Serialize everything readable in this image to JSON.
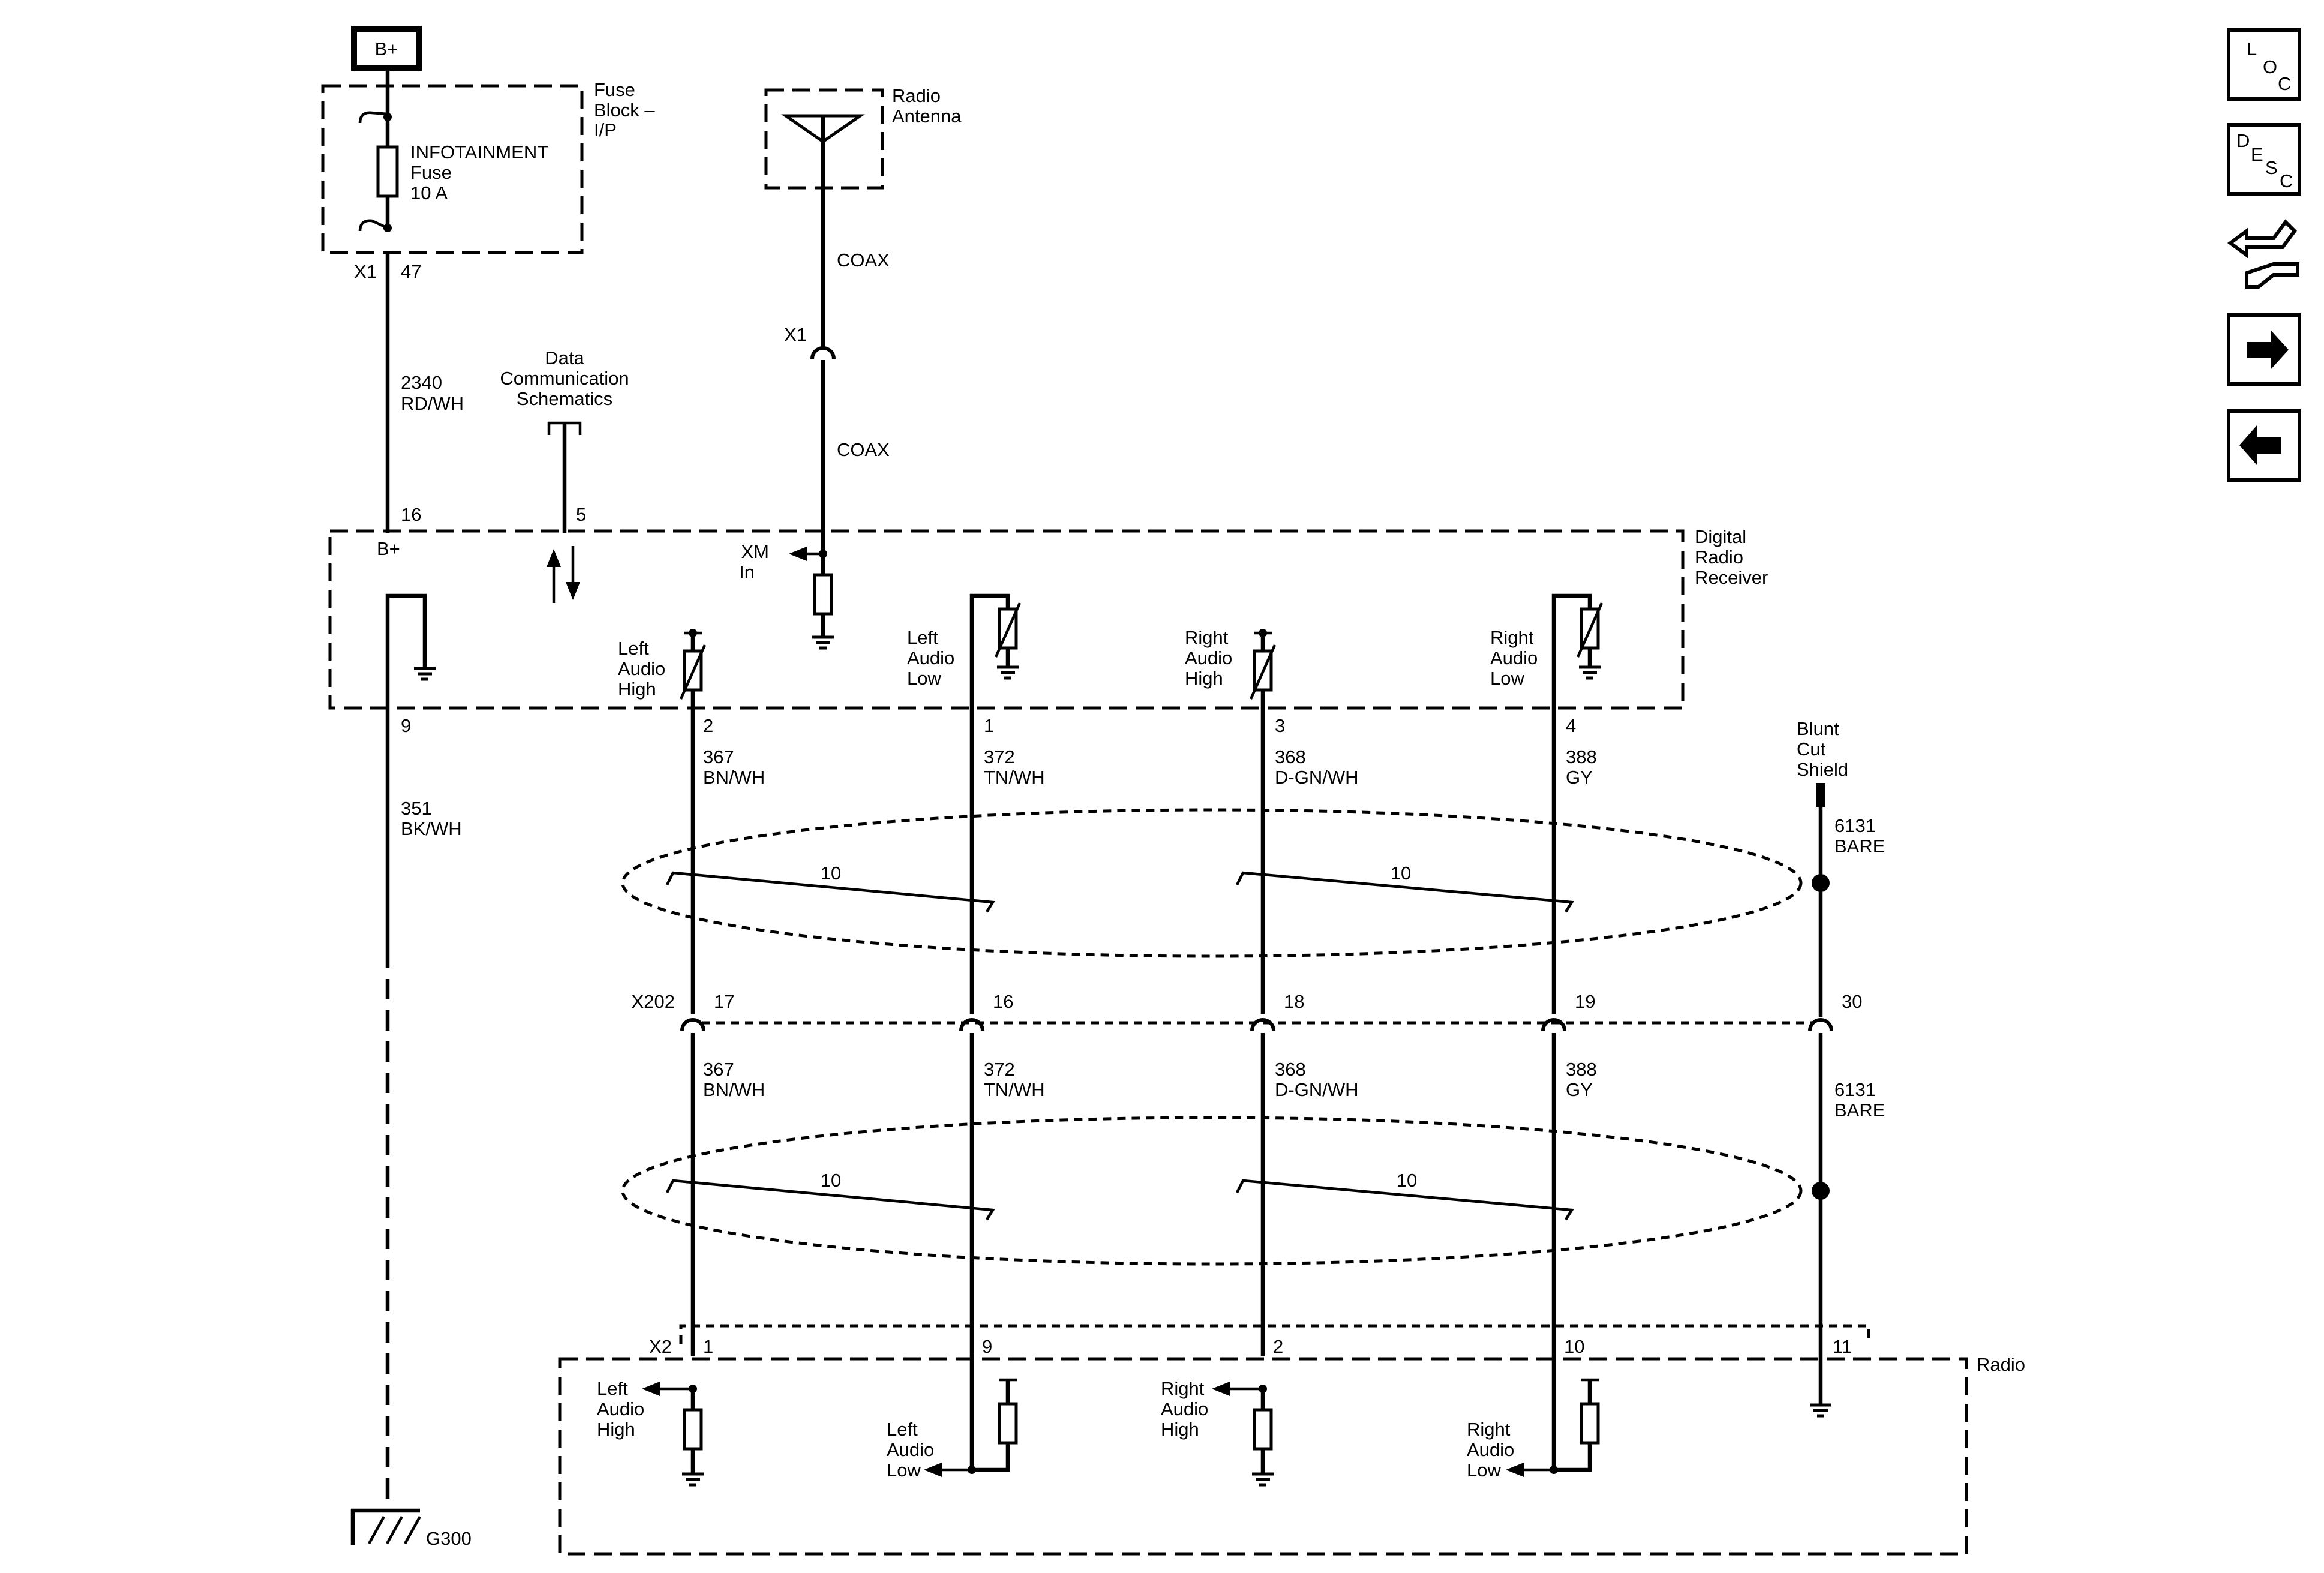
{
  "power": {
    "label": "B+"
  },
  "fuse_block": {
    "name_1": "Fuse",
    "name_2": "Block –",
    "name_3": "I/P",
    "fuse_1": "INFOTAINMENT",
    "fuse_2": "Fuse",
    "fuse_3": "10 A",
    "connector": "X1",
    "pin": "47"
  },
  "feed_wire": {
    "circuit": "2340",
    "color": "RD/WH"
  },
  "antenna": {
    "name_1": "Radio",
    "name_2": "Antenna",
    "coax_1": "COAX",
    "coax_2": "COAX",
    "connector": "X1"
  },
  "data_comm": {
    "line_1": "Data",
    "line_2": "Communication",
    "line_3": "Schematics"
  },
  "receiver": {
    "name_1": "Digital",
    "name_2": "Radio",
    "name_3": "Receiver",
    "pin_bplus": "16",
    "bplus": "B+",
    "pin_data": "5",
    "xm_1": "XM",
    "xm_2": "In",
    "pin_ground": "9"
  },
  "ground_wire": {
    "circuit": "351",
    "color": "BK/WH",
    "ground": "G300"
  },
  "shield": {
    "line_1": "Blunt",
    "line_2": "Cut",
    "line_3": "Shield",
    "circuit_1": "6131",
    "color_1": "BARE",
    "circuit_2": "6131",
    "color_2": "BARE",
    "inline_pin": "30",
    "radio_pin": "11"
  },
  "twist_label": "10",
  "inline_connector": "X202",
  "radio": {
    "name": "Radio",
    "connector": "X2"
  },
  "channels": [
    {
      "l1": "Left",
      "l2": "Audio",
      "l3": "High",
      "recv_pin": "2",
      "inline_pin": "17",
      "radio_pin": "1",
      "circuit": "367",
      "color": "BN/WH"
    },
    {
      "l1": "Left",
      "l2": "Audio",
      "l3": "Low",
      "recv_pin": "1",
      "inline_pin": "16",
      "radio_pin": "9",
      "circuit": "372",
      "color": "TN/WH"
    },
    {
      "l1": "Right",
      "l2": "Audio",
      "l3": "High",
      "recv_pin": "3",
      "inline_pin": "18",
      "radio_pin": "2",
      "circuit": "368",
      "color": "D-GN/WH"
    },
    {
      "l1": "Right",
      "l2": "Audio",
      "l3": "Low",
      "recv_pin": "4",
      "inline_pin": "19",
      "radio_pin": "10",
      "circuit": "388",
      "color": "GY"
    }
  ],
  "nav": {
    "loc_1": "L",
    "loc_2": "O",
    "loc_3": "C",
    "desc_1": "D",
    "desc_2": "E",
    "desc_3": "S",
    "desc_4": "C"
  },
  "icons": [
    "connector-icon",
    "arrow-right-icon",
    "arrow-left-icon"
  ]
}
